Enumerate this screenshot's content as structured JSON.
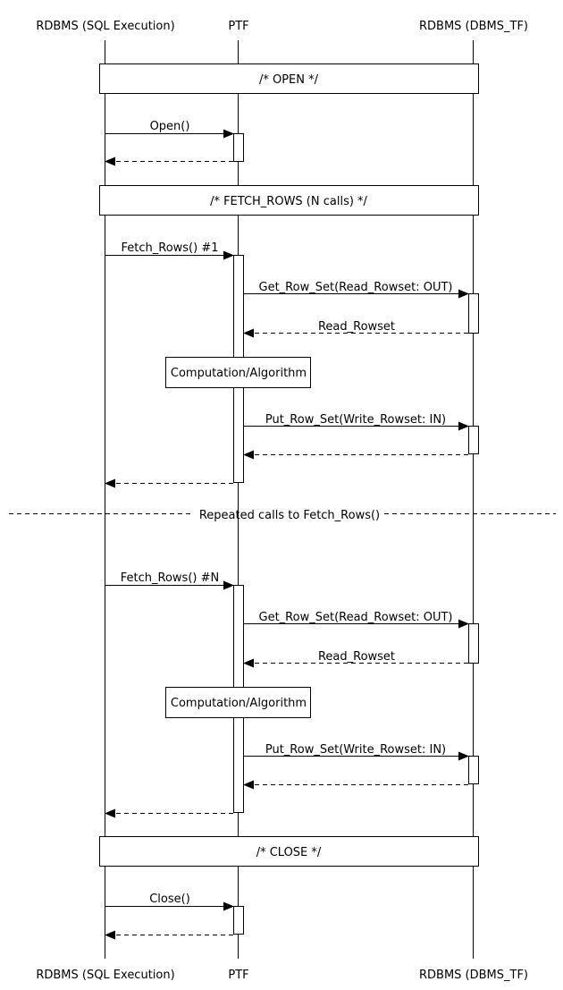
{
  "participants": {
    "sql": "RDBMS (SQL Execution)",
    "ptf": "PTF",
    "dbms": "RDBMS (DBMS_TF)"
  },
  "groups": {
    "open": "/* OPEN */",
    "fetch": "/* FETCH_ROWS (N calls) */",
    "close": "/* CLOSE */"
  },
  "divider": "Repeated calls to Fetch_Rows()",
  "messages": {
    "open": "Open()",
    "fetch1": "Fetch_Rows() #1",
    "get1": "Get_Row_Set(Read_Rowset: OUT)",
    "read1": "Read_Rowset",
    "put1": "Put_Row_Set(Write_Rowset: IN)",
    "fetchN": "Fetch_Rows() #N",
    "get2": "Get_Row_Set(Read_Rowset: OUT)",
    "read2": "Read_Rowset",
    "put2": "Put_Row_Set(Write_Rowset: IN)",
    "close": "Close()"
  },
  "notes": {
    "comp1": "Computation/Algorithm",
    "comp2": "Computation/Algorithm"
  }
}
